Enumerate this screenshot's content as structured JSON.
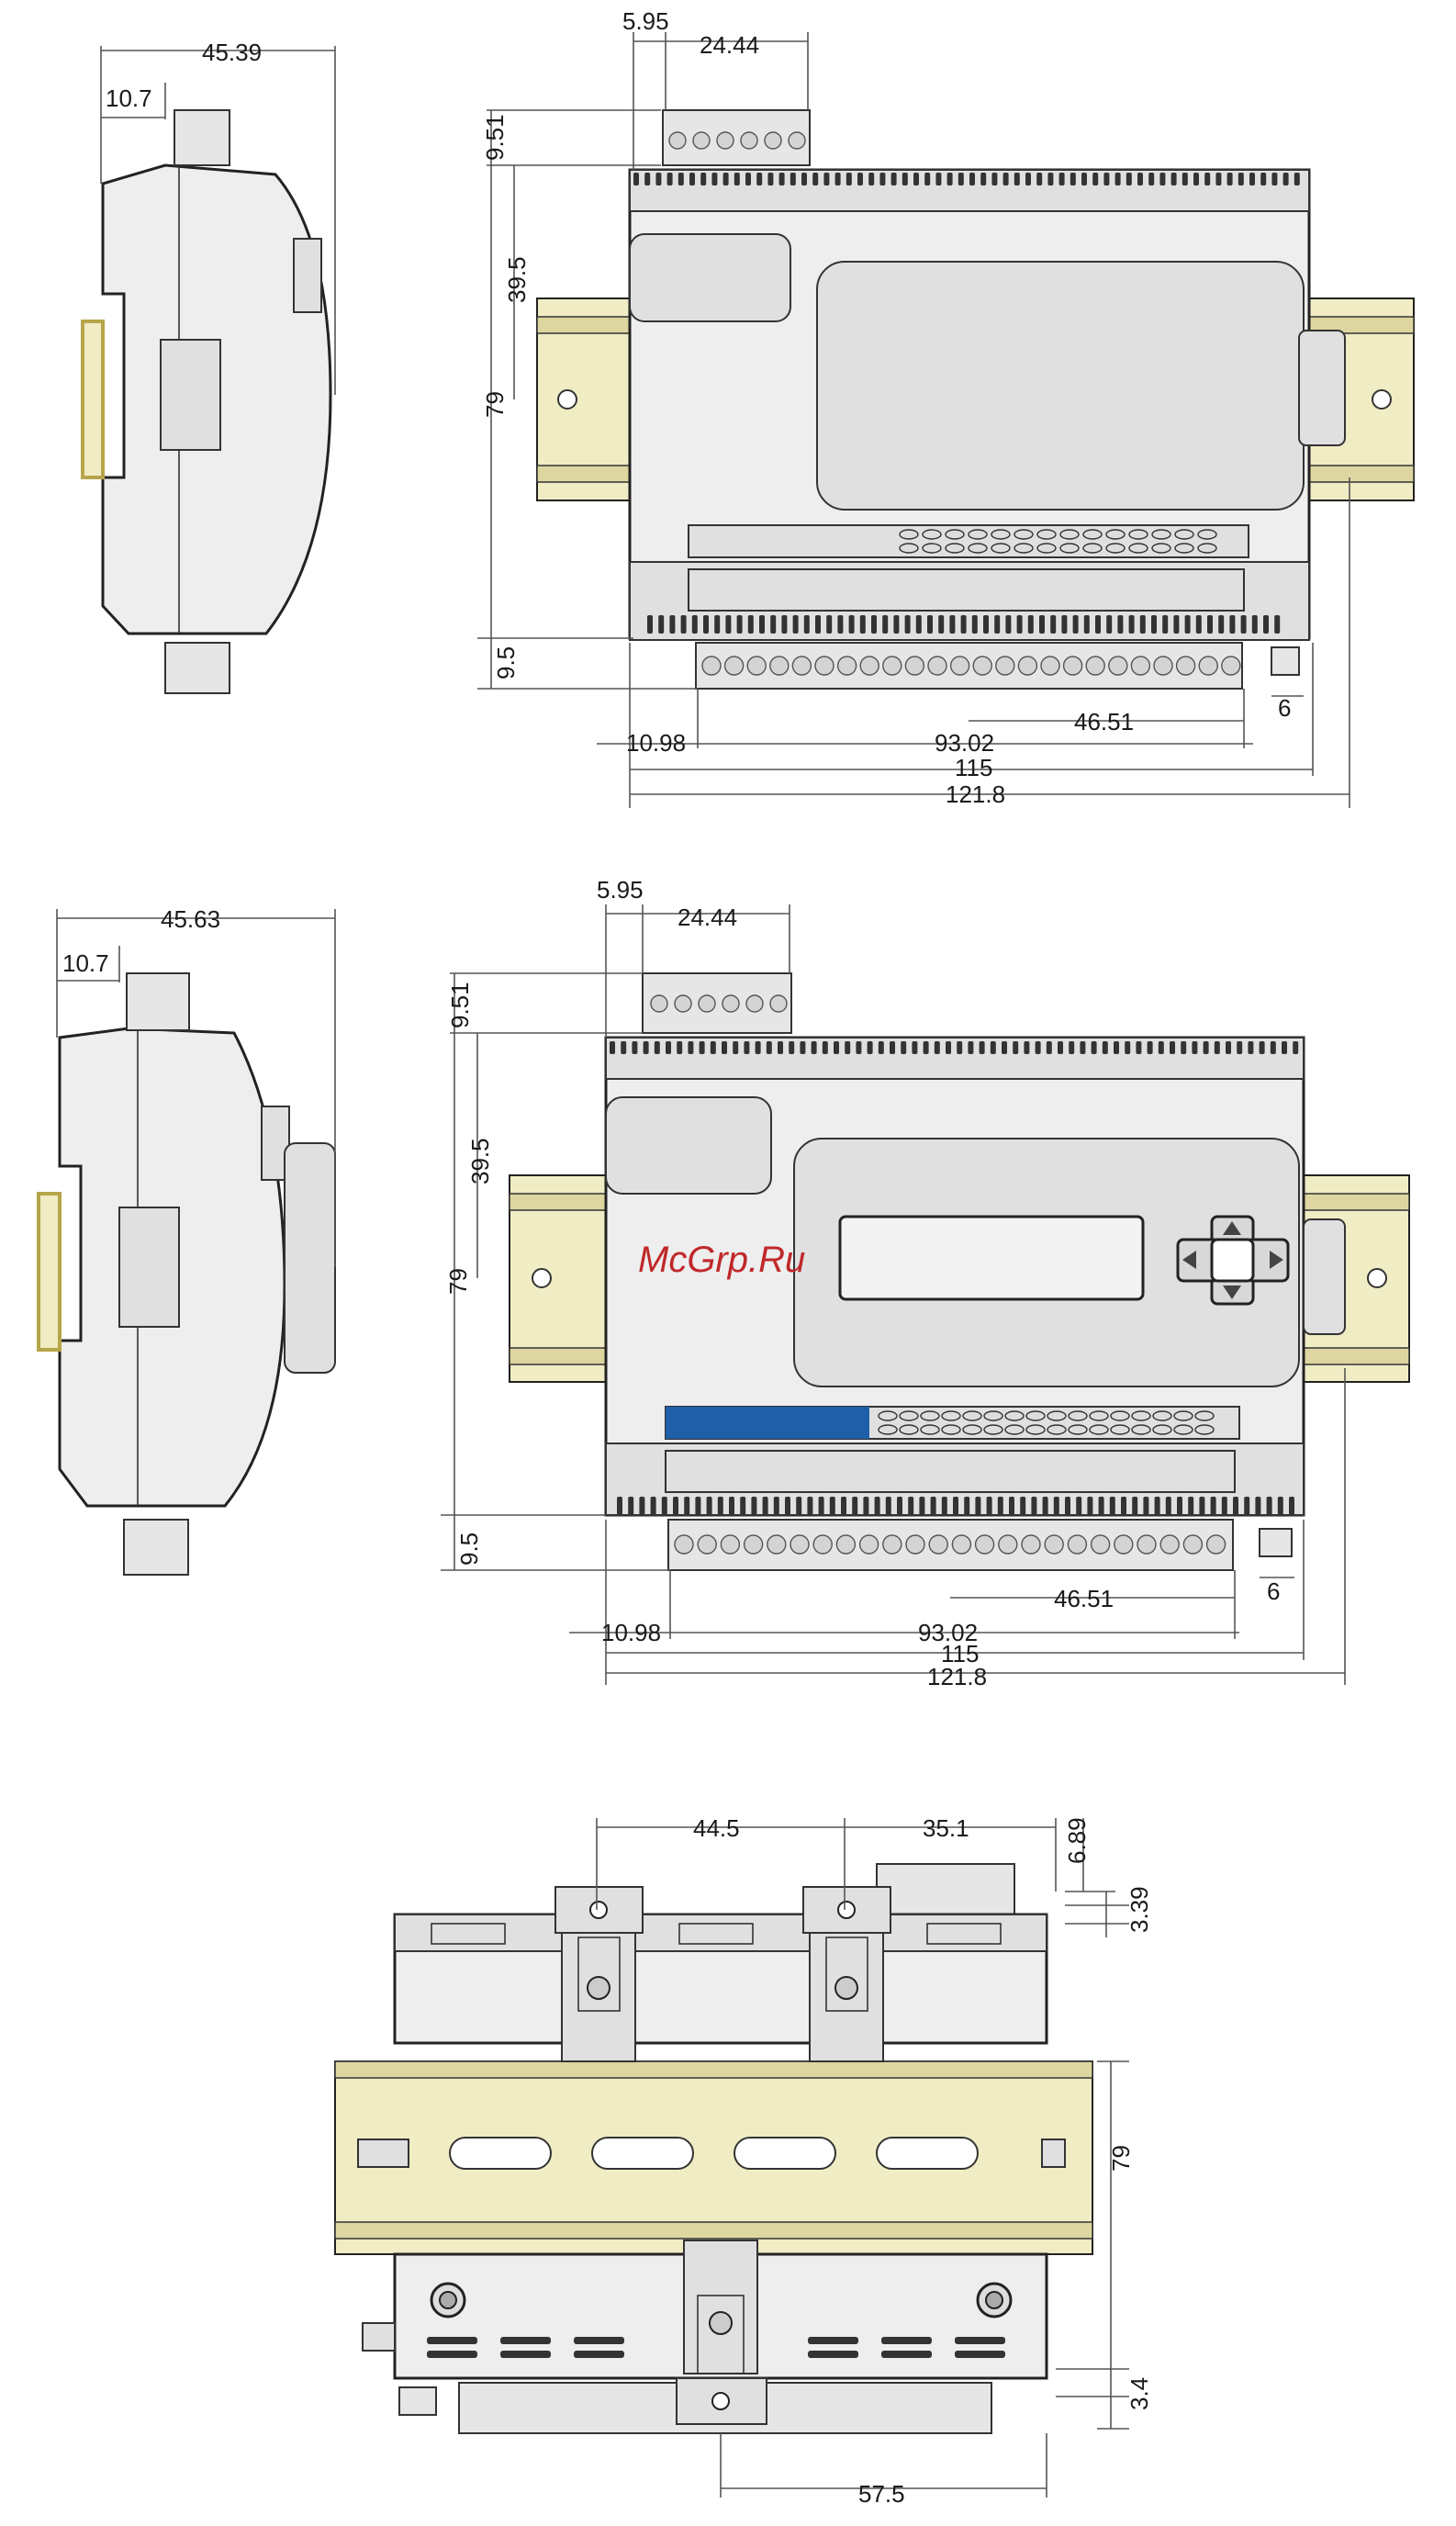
{
  "watermark": "McGrp.Ru",
  "views": {
    "top_side": {
      "width": "45.39",
      "offset": "10.7"
    },
    "top_front": {
      "pitch": "5.95",
      "connector_width": "24.44",
      "top_margin": "9.51",
      "inner_height": "39.5",
      "height": "79",
      "bottom_margin": "9.5",
      "left_offset": "10.98",
      "terminal_width": "93.02",
      "half_terminal": "46.51",
      "latch": "6",
      "body_width": "115",
      "total_width": "121.8"
    },
    "mid_side": {
      "width": "45.63",
      "offset": "10.7"
    },
    "mid_front": {
      "pitch": "5.95",
      "connector_width": "24.44",
      "top_margin": "9.51",
      "inner_height": "39.5",
      "height": "79",
      "bottom_margin": "9.5",
      "left_offset": "10.98",
      "terminal_width": "93.02",
      "half_terminal": "46.51",
      "latch": "6",
      "body_width": "115",
      "total_width": "121.8"
    },
    "bottom": {
      "clip_spacing": "44.5",
      "right_spacing": "35.1",
      "top_offset": "6.89",
      "top_gap": "3.39",
      "height": "79",
      "bottom_gap": "3.4",
      "bottom_clip": "57.5"
    }
  },
  "colors": {
    "rail": "#f0ecc4",
    "accent_bar": "#1f5fa8",
    "watermark": "#c0282a"
  }
}
